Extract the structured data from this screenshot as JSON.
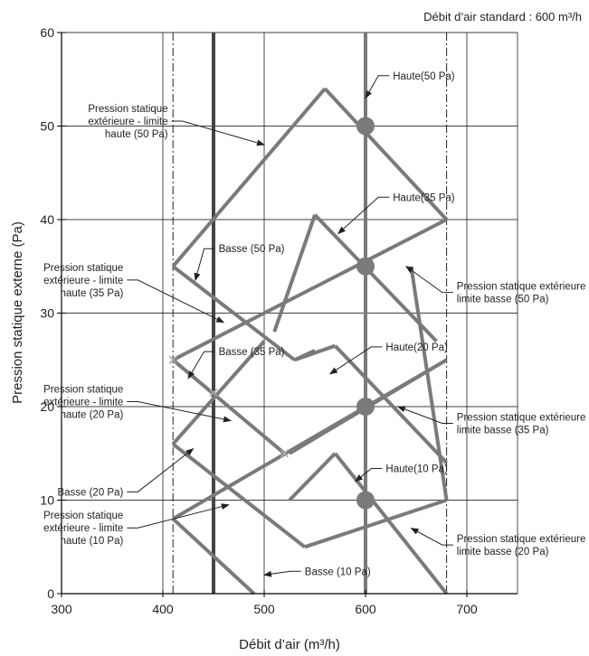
{
  "chart_data": {
    "type": "line",
    "title": "",
    "top_note": "Débit d’air standard : 600 m³/h",
    "xlabel": "Débit d’air (m³/h)",
    "ylabel": "Pression statique externe (Pa)",
    "xlim": [
      300,
      750
    ],
    "ylim": [
      0,
      60
    ],
    "xticks": [
      "300",
      "400",
      "500",
      "600",
      "700"
    ],
    "yticks": [
      "0",
      "10",
      "20",
      "30",
      "40",
      "50",
      "60"
    ],
    "grid": true,
    "colors": {
      "series": "#7a7a7a",
      "dark": "#444444",
      "grid": "#000000",
      "text": "#222222"
    },
    "vertical_lines": [
      {
        "x": 410,
        "style": "dashdot"
      },
      {
        "x": 450,
        "style": "thick-dark"
      },
      {
        "x": 600,
        "style": "thick-gray"
      },
      {
        "x": 680,
        "style": "dashdot"
      }
    ],
    "series": [
      {
        "points": [
          [
            410,
            25
          ],
          [
            680,
            40
          ]
        ]
      },
      {
        "points": [
          [
            410,
            35
          ],
          [
            530,
            25
          ]
        ]
      },
      {
        "points": [
          [
            410,
            25
          ],
          [
            520,
            15
          ]
        ]
      },
      {
        "points": [
          [
            410,
            16
          ],
          [
            500,
            27
          ]
        ]
      },
      {
        "points": [
          [
            410,
            16
          ],
          [
            540,
            5
          ]
        ]
      },
      {
        "points": [
          [
            410,
            8
          ],
          [
            680,
            25
          ]
        ]
      },
      {
        "points": [
          [
            410,
            8
          ],
          [
            490,
            0
          ]
        ]
      },
      {
        "points": [
          [
            410,
            35
          ],
          [
            560,
            54
          ]
        ]
      },
      {
        "points": [
          [
            560,
            54
          ],
          [
            680,
            40
          ]
        ]
      },
      {
        "points": [
          [
            510,
            28
          ],
          [
            550,
            40.5
          ]
        ]
      },
      {
        "points": [
          [
            550,
            40.5
          ],
          [
            670,
            27
          ]
        ]
      },
      {
        "points": [
          [
            525,
            15
          ],
          [
            680,
            25
          ]
        ]
      },
      {
        "points": [
          [
            530,
            25
          ],
          [
            550,
            26
          ]
        ]
      },
      {
        "points": [
          [
            530,
            25
          ],
          [
            570,
            26.5
          ]
        ]
      },
      {
        "points": [
          [
            570,
            26.5
          ],
          [
            680,
            14
          ]
        ]
      },
      {
        "points": [
          [
            525,
            10
          ],
          [
            570,
            15
          ]
        ]
      },
      {
        "points": [
          [
            570,
            15
          ],
          [
            680,
            0
          ]
        ]
      },
      {
        "points": [
          [
            540,
            5
          ],
          [
            680,
            10
          ]
        ]
      },
      {
        "points": [
          [
            645,
            35
          ],
          [
            680,
            10
          ]
        ]
      }
    ],
    "markers": [
      {
        "x": 600,
        "y": 50,
        "shape": "circle"
      },
      {
        "x": 600,
        "y": 35,
        "shape": "circle"
      },
      {
        "x": 600,
        "y": 20,
        "shape": "circle"
      },
      {
        "x": 600,
        "y": 10,
        "shape": "circle"
      },
      {
        "x": 410,
        "y": 25,
        "shape": "cross"
      },
      {
        "x": 450,
        "y": 21.5,
        "shape": "cross"
      },
      {
        "x": 520,
        "y": 15,
        "shape": "cross"
      }
    ],
    "annotations": [
      {
        "lines": [
          "Haute(50 Pa)"
        ],
        "text_x": 627,
        "text_y": 55,
        "anchor": "start",
        "target": [
          600,
          53
        ]
      },
      {
        "lines": [
          "Pression statique",
          "extérieure - limite",
          "haute (50 Pa)"
        ],
        "text_x": 405,
        "text_y": 51.5,
        "anchor": "end",
        "target": [
          500,
          48
        ]
      },
      {
        "lines": [
          "Haute(35 Pa)"
        ],
        "text_x": 627,
        "text_y": 42,
        "anchor": "start",
        "target": [
          573,
          38.5
        ]
      },
      {
        "lines": [
          "Basse (50 Pa)"
        ],
        "text_x": 455,
        "text_y": 36.5,
        "anchor": "start",
        "target": [
          432,
          33.5
        ]
      },
      {
        "lines": [
          "Pression statique",
          "extérieure - limite",
          "haute (35 Pa)"
        ],
        "text_x": 361,
        "text_y": 34.5,
        "anchor": "end",
        "target": [
          460,
          29
        ]
      },
      {
        "lines": [
          "Pression statique extérieure -",
          "limite basse  (50 Pa)"
        ],
        "text_x": 690,
        "text_y": 32.5,
        "anchor": "start",
        "target": [
          640,
          35
        ]
      },
      {
        "lines": [
          "Basse (35 Pa)"
        ],
        "text_x": 455,
        "text_y": 25.5,
        "anchor": "start",
        "target": [
          425,
          23
        ]
      },
      {
        "lines": [
          "Haute(20 Pa)"
        ],
        "text_x": 620,
        "text_y": 26,
        "anchor": "start",
        "target": [
          565,
          23.5
        ]
      },
      {
        "lines": [
          "Pression statique",
          "extérieure - limite",
          "haute (20 Pa)"
        ],
        "text_x": 361,
        "text_y": 21.5,
        "anchor": "end",
        "target": [
          467,
          18.5
        ]
      },
      {
        "lines": [
          "Pression statique extérieure -",
          "limite basse (35 Pa)"
        ],
        "text_x": 690,
        "text_y": 18.5,
        "anchor": "start",
        "target": [
          632,
          20
        ]
      },
      {
        "lines": [
          "Haute(10 Pa)"
        ],
        "text_x": 620,
        "text_y": 13,
        "anchor": "start",
        "target": [
          590,
          12
        ]
      },
      {
        "lines": [
          "Basse (20 Pa)"
        ],
        "text_x": 361,
        "text_y": 10.5,
        "anchor": "end",
        "target": [
          430,
          15.5
        ]
      },
      {
        "lines": [
          "Pression statique",
          "extérieure - limite",
          "haute (10 Pa)"
        ],
        "text_x": 361,
        "text_y": 8,
        "anchor": "end",
        "target": [
          465,
          9.5
        ]
      },
      {
        "lines": [
          "Pression statique extérieure -",
          "limite basse (20 Pa)"
        ],
        "text_x": 690,
        "text_y": 5.5,
        "anchor": "start",
        "target": [
          645,
          7
        ]
      },
      {
        "lines": [
          "Basse (10 Pa)"
        ],
        "text_x": 540,
        "text_y": 2,
        "anchor": "start",
        "target": [
          500,
          2
        ]
      }
    ]
  }
}
